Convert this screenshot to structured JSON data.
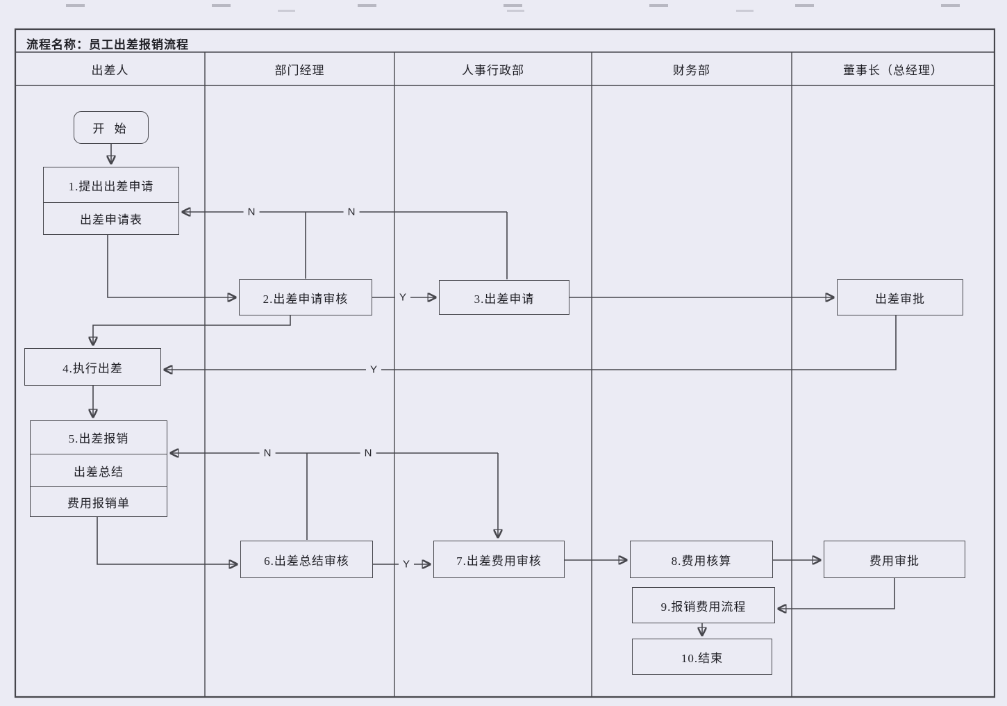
{
  "title": {
    "label": "流程名称：员工出差报销流程"
  },
  "lanes": [
    {
      "label": "出差人"
    },
    {
      "label": "部门经理"
    },
    {
      "label": "人事行政部"
    },
    {
      "label": "财务部"
    },
    {
      "label": "董事长（总经理）"
    }
  ],
  "nodes": {
    "start": {
      "label": "开 始"
    },
    "step1": {
      "title": "1.提出出差申请",
      "doc": "出差申请表"
    },
    "step2": {
      "label": "2.出差申请审核"
    },
    "step3": {
      "label": "3.出差申请"
    },
    "trip_approval": {
      "label": "出差审批"
    },
    "step4": {
      "label": "4.执行出差"
    },
    "step5": {
      "title": "5.出差报销",
      "doc1": "出差总结",
      "doc2": "费用报销单"
    },
    "step6": {
      "label": "6.出差总结审核"
    },
    "step7": {
      "label": "7.出差费用审核"
    },
    "step8": {
      "label": "8.费用核算"
    },
    "expense_approval": {
      "label": "费用审批"
    },
    "step9": {
      "label": "9.报销费用流程"
    },
    "step10": {
      "label": "10.结束"
    }
  },
  "edge_labels": {
    "yes": "Y",
    "no": "N"
  }
}
